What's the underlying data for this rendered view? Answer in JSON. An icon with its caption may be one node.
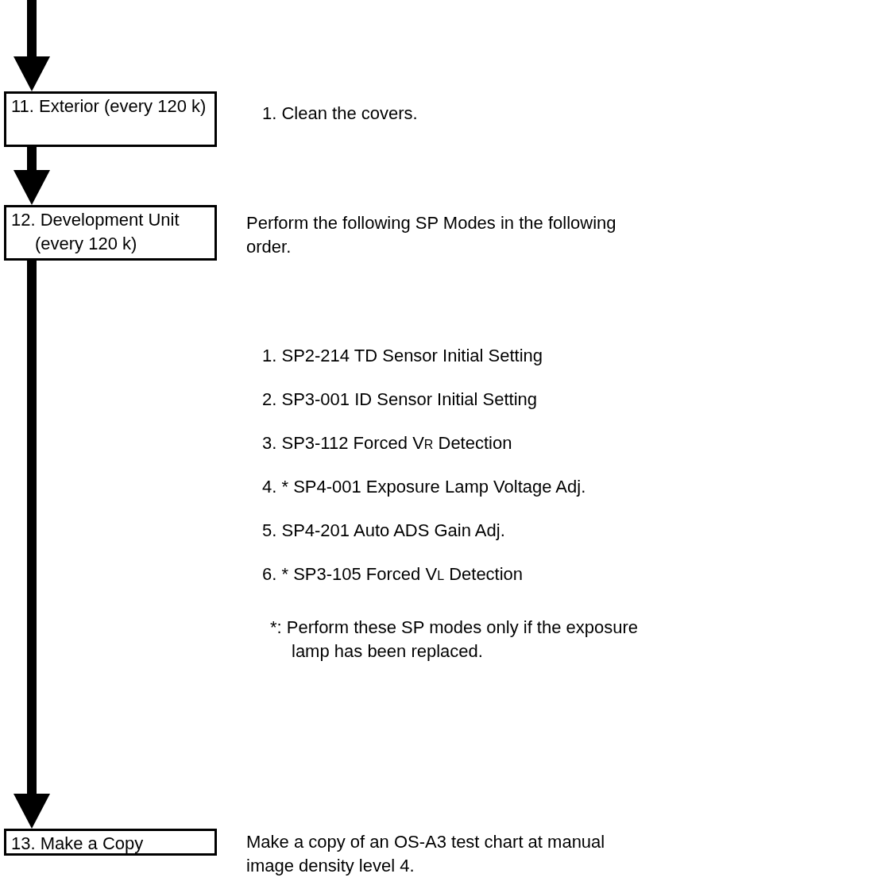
{
  "diagram": {
    "nodes": [
      {
        "text": [
          "11. Exterior (every 120 k)"
        ],
        "beside": [
          "1. Clean the covers."
        ]
      },
      {
        "text": [
          "12. Development Unit (every 120 k)"
        ],
        "beside": [
          "Perform the following SP Modes in the following order.",
          "1. SP2-214 TD Sensor Initial Setting",
          "2. SP3-001 ID Sensor Initial Setting",
          "3. SP3-112 Forced V$_{R}$ Detection",
          "4. * SP4-001 Exposure Lamp Voltage Adj.",
          "5. SP4-201 Auto ADS Gain Adj.",
          "6. * SP3-105 Forced V$_{L}$ Detection",
          "*: Perform these SP modes only if the exposure lamp has been replaced."
        ]
      },
      {
        "text": [
          "13. Make a Copy"
        ],
        "beside": [
          "Make a copy of an OS-A3 test chart at manual image density level 4."
        ]
      }
    ],
    "edges": [
      {
        "from": null,
        "to": 0,
        "arrow": "to"
      },
      {
        "from": 0,
        "to": 1,
        "arrow": "to"
      },
      {
        "from": 1,
        "to": 2,
        "arrow": "to"
      }
    ]
  }
}
